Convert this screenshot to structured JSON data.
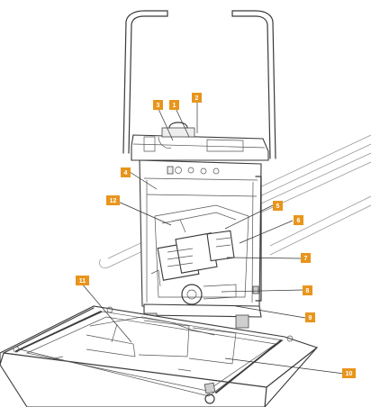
{
  "diagram": {
    "callouts": [
      {
        "id": "c1",
        "label": "1"
      },
      {
        "id": "c2",
        "label": "2"
      },
      {
        "id": "c3",
        "label": "3"
      },
      {
        "id": "c4",
        "label": "4"
      },
      {
        "id": "c5",
        "label": "5"
      },
      {
        "id": "c6",
        "label": "6"
      },
      {
        "id": "c7",
        "label": "7"
      },
      {
        "id": "c8",
        "label": "8"
      },
      {
        "id": "c9",
        "label": "9"
      },
      {
        "id": "c10",
        "label": "10"
      },
      {
        "id": "c11",
        "label": "11"
      },
      {
        "id": "c12",
        "label": "12"
      }
    ],
    "colors": {
      "callout": "#e8951c",
      "line": "#3a3a3a",
      "background": "#ffffff"
    }
  }
}
